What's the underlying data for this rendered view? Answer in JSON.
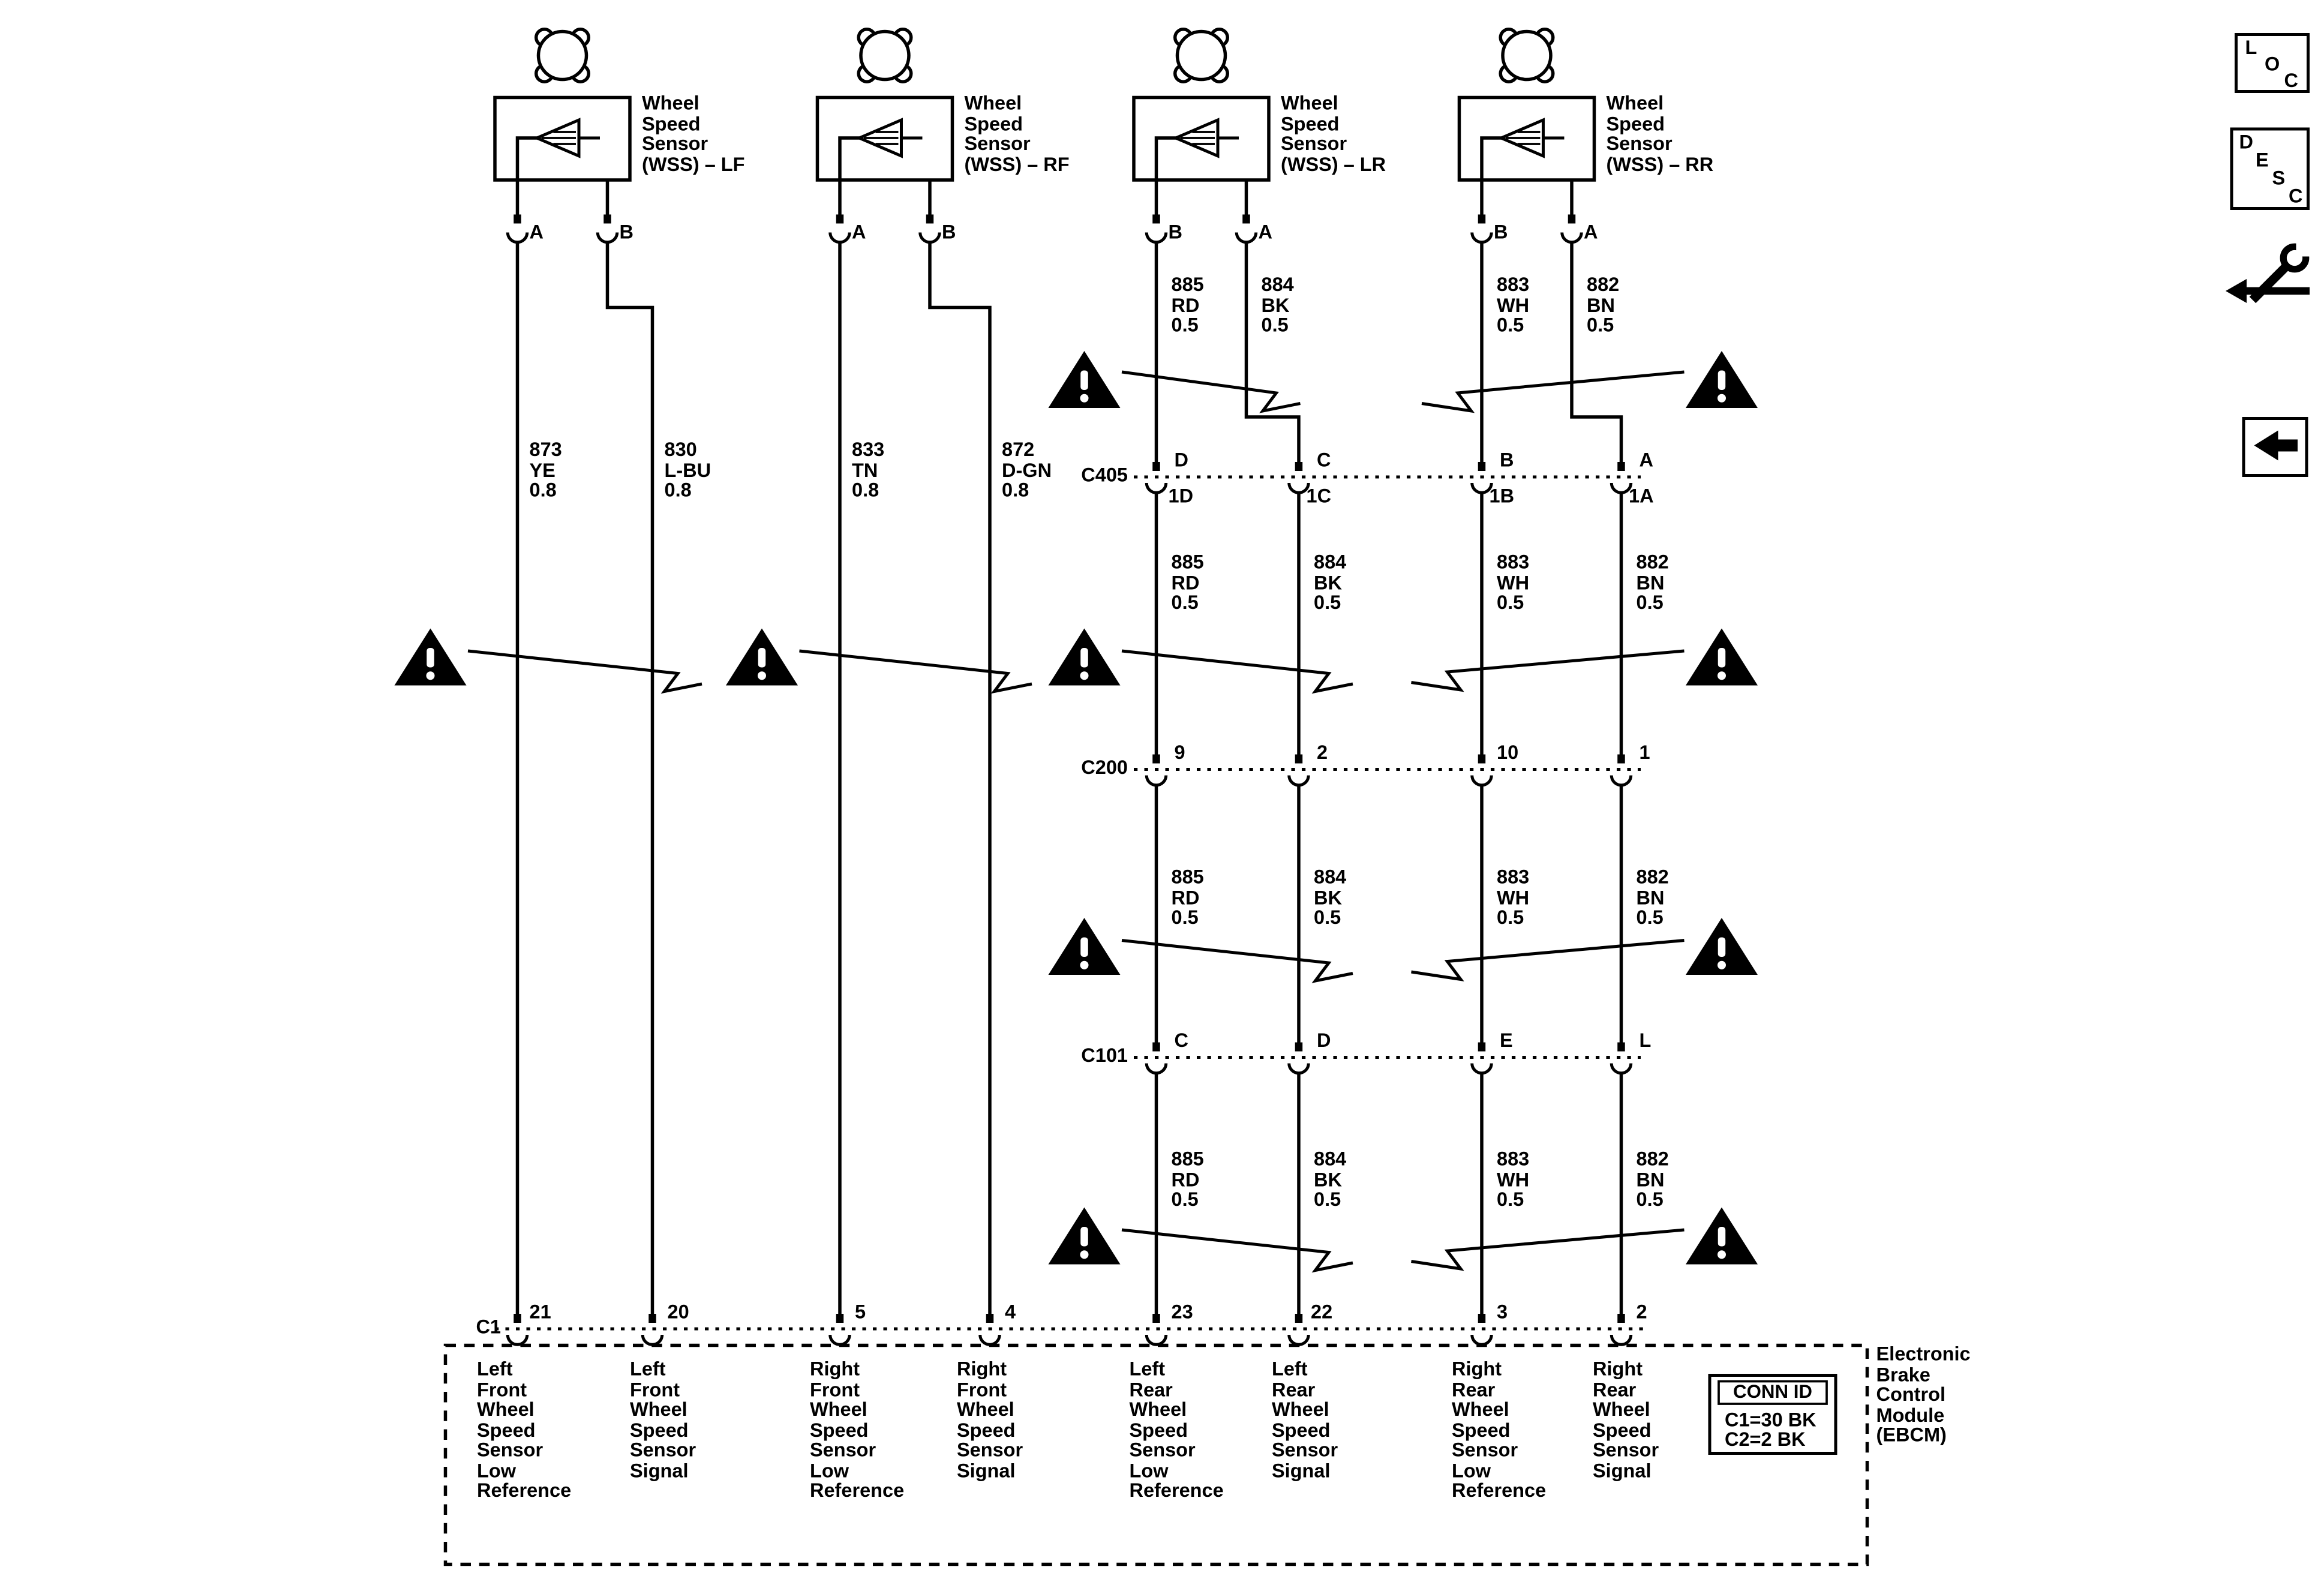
{
  "sensors": [
    {
      "name": "Wheel\nSpeed\nSensor\n(WSS) – LF",
      "terminals": [
        "A",
        "B"
      ]
    },
    {
      "name": "Wheel\nSpeed\nSensor\n(WSS) – RF",
      "terminals": [
        "A",
        "B"
      ]
    },
    {
      "name": "Wheel\nSpeed\nSensor\n(WSS) – LR",
      "terminals": [
        "B",
        "A"
      ]
    },
    {
      "name": "Wheel\nSpeed\nSensor\n(WSS) – RR",
      "terminals": [
        "B",
        "A"
      ]
    }
  ],
  "wires": {
    "front": [
      "873\nYE\n0.8",
      "830\nL-BU\n0.8",
      "833\nTN\n0.8",
      "872\nD-GN\n0.8"
    ],
    "rear": [
      "885\nRD\n0.5",
      "884\nBK\n0.5",
      "883\nWH\n0.5",
      "882\nBN\n0.5"
    ]
  },
  "connectors": {
    "c405": {
      "name": "C405",
      "top": [
        "D",
        "C",
        "B",
        "A"
      ],
      "bottom": [
        "1D",
        "1C",
        "1B",
        "1A"
      ]
    },
    "c200": {
      "name": "C200",
      "top": [
        "9",
        "2",
        "10",
        "1"
      ]
    },
    "c101": {
      "name": "C101",
      "top": [
        "C",
        "D",
        "E",
        "L"
      ]
    },
    "c1": {
      "name": "C1",
      "top": [
        "21",
        "20",
        "5",
        "4",
        "23",
        "22",
        "3",
        "2"
      ]
    }
  },
  "ebcm": {
    "name": "Electronic\nBrake\nControl\nModule\n(EBCM)",
    "conn_id": {
      "title": "CONN ID",
      "rows": [
        "C1=30 BK",
        "C2=2 BK"
      ]
    },
    "pins": [
      "Left\nFront\nWheel\nSpeed\nSensor\nLow\nReference",
      "Left\nFront\nWheel\nSpeed\nSensor\nSignal",
      "Right\nFront\nWheel\nSpeed\nSensor\nLow\nReference",
      "Right\nFront\nWheel\nSpeed\nSensor\nSignal",
      "Left\nRear\nWheel\nSpeed\nSensor\nLow\nReference",
      "Left\nRear\nWheel\nSpeed\nSensor\nSignal",
      "Right\nRear\nWheel\nSpeed\nSensor\nLow\nReference",
      "Right\nRear\nWheel\nSpeed\nSensor\nSignal"
    ]
  },
  "toolbar": {
    "loc": [
      "L",
      "O",
      "C"
    ],
    "desc": [
      "D",
      "E",
      "S",
      "C"
    ]
  }
}
